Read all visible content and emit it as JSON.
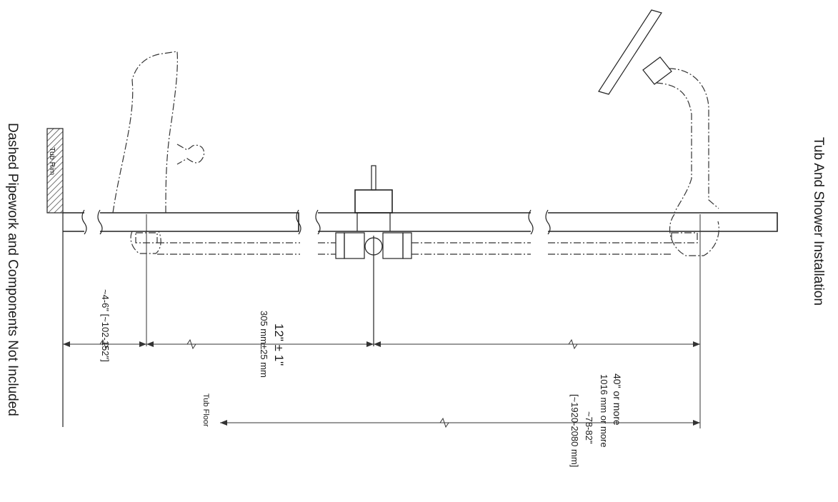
{
  "diagram": {
    "title": "Tub And Shower Installation",
    "note": "Dashed Pipework and Components Not Included",
    "labels": {
      "tub_rim": "Tub Rim",
      "tub_floor": "Tub Floor"
    },
    "dimensions": {
      "rim_to_spout": "~4-6\" [~102-152\"]",
      "spout_to_valve_in": "12\" ± 1\"",
      "spout_to_valve_mm": "305 mm±25 mm",
      "valve_to_shower_in": "40\" or more",
      "valve_to_shower_mm": "1016 mm or more",
      "floor_to_shower_in": "~78-82\"",
      "floor_to_shower_mm": "[~1920-2080 mm]"
    }
  }
}
